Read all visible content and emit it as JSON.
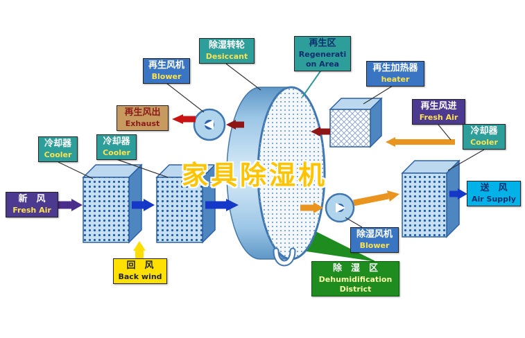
{
  "title": "家具除湿机",
  "labels": {
    "fresh_air_in": {
      "zh": "新　风",
      "en": "Fresh Air"
    },
    "cooler_left": {
      "zh": "冷却器",
      "en": "Cooler"
    },
    "cooler_mid": {
      "zh": "冷却器",
      "en": "Cooler"
    },
    "exhaust": {
      "zh": "再生风出",
      "en": "Exhaust"
    },
    "regen_blower": {
      "zh": "再生风机",
      "en": "Blower"
    },
    "desiccant": {
      "zh": "除湿转轮",
      "en": "Desiccant"
    },
    "regen_area": {
      "zh": "再生区",
      "en": "Regeneration Area"
    },
    "regen_heater": {
      "zh": "再生加热器",
      "en": "heater"
    },
    "regen_fresh_air": {
      "zh": "再生风进",
      "en": "Fresh Air"
    },
    "cooler_right": {
      "zh": "冷却器",
      "en": "Cooler"
    },
    "air_supply": {
      "zh": "送　风",
      "en": "Air Supply"
    },
    "dehumid_blower": {
      "zh": "除湿风机",
      "en": "Blower"
    },
    "back_wind": {
      "zh": "回　风",
      "en": "Back wind"
    },
    "dehumid_district": {
      "zh": "除　湿　区",
      "en": "Dehumidification District"
    }
  },
  "colors": {
    "teal_box": "#2E9E9A",
    "blue_box": "#3A75C4",
    "purple_box": "#4B3A8F",
    "tan_box": "#C79B5F",
    "yellow_box": "#FFE000",
    "cyan_box": "#00B2E8",
    "green_box": "#1F8C1F",
    "title_yellow": "#FFC400",
    "arrow_blue": "#1638C8",
    "arrow_purple": "#4B2E8C",
    "arrow_orange": "#E8941E",
    "arrow_red": "#C81414",
    "arrow_dark_red": "#8E1616",
    "arrow_yellow": "#FFDD00",
    "wheel_blue": "#9CC6E6"
  }
}
